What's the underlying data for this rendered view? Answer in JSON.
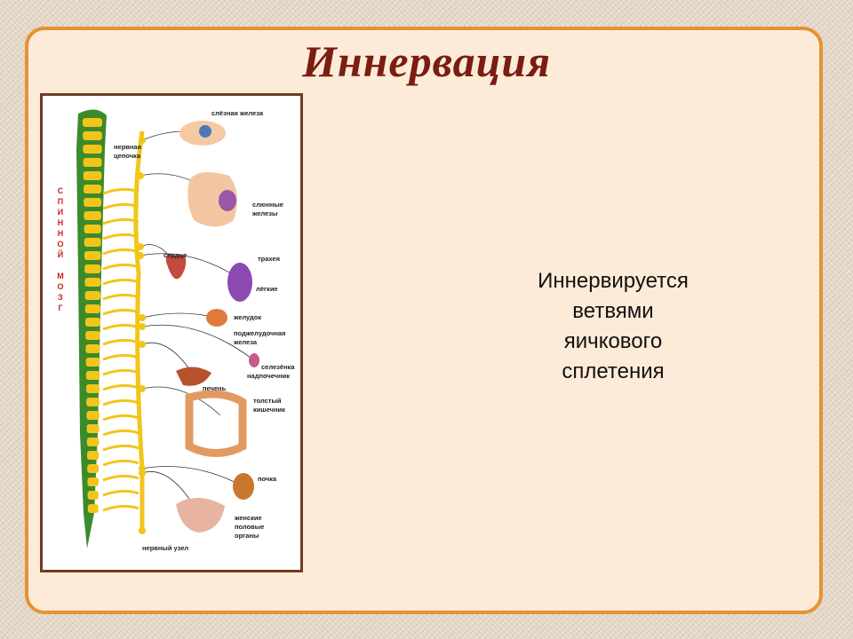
{
  "title": "Иннервация",
  "diagram": {
    "spine_label": [
      "С",
      "П",
      "И",
      "Н",
      "Н",
      "О",
      "Й",
      "",
      "М",
      "О",
      "З",
      "Г"
    ],
    "labels": {
      "lacrimal": "слёзная железа",
      "chain1": "нервная",
      "chain2": "цепочка",
      "salivary1": "слюнные",
      "salivary2": "железы",
      "heart": "сердце",
      "trachea": "трахея",
      "lungs": "лёгкие",
      "stomach": "желудок",
      "pancreas1": "поджелудочная",
      "pancreas2": "железа",
      "spleen": "селезёнка",
      "adrenal": "надпочечник",
      "liver": "печень",
      "colon1": "толстый",
      "colon2": "кишечник",
      "kidney": "почка",
      "female1": "женские",
      "female2": "половые",
      "female3": "органы",
      "ganglion": "нервный узел"
    }
  },
  "body_lines": [
    "Иннервируется",
    "ветвями",
    "яичкового",
    "сплетения"
  ]
}
